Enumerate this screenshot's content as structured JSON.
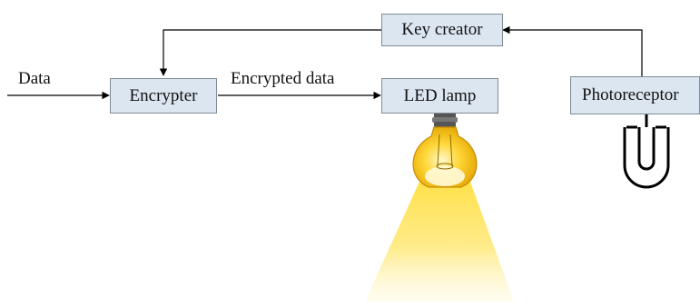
{
  "blocks": {
    "key_creator": "Key creator",
    "encrypter": "Encrypter",
    "led_lamp": "LED lamp",
    "photoreceptor": "Photoreceptor"
  },
  "edge_labels": {
    "data": "Data",
    "encrypted_data": "Encrypted data"
  },
  "colors": {
    "block_fill": "#dce6f1",
    "block_border": "#7f8a99",
    "line": "#000000",
    "bulb_glass": "#f6c200",
    "light_beam": "#ffe65a"
  },
  "icons": {
    "lamp": "light-bulb-icon",
    "sensor": "photoreceptor-sensor-icon"
  }
}
